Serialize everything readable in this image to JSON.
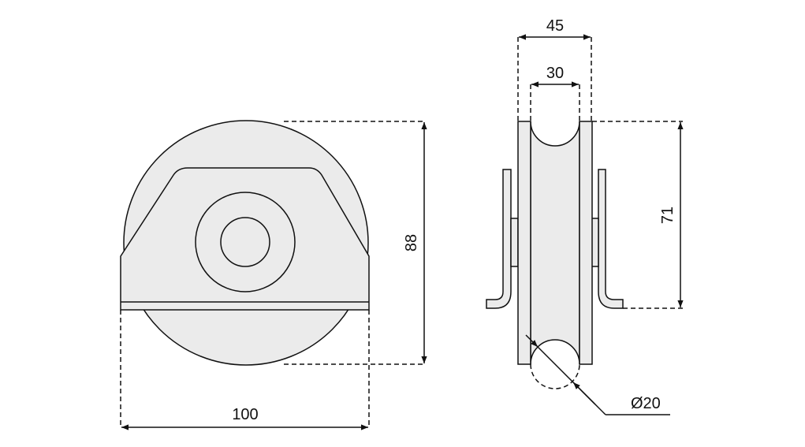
{
  "dimensions": {
    "front_width": "100",
    "front_height": "88",
    "side_outer_width": "45",
    "side_groove_width": "30",
    "side_mount_height": "71",
    "groove_diameter": "Ø20"
  },
  "colors": {
    "fill": "#ebebeb",
    "stroke": "#111111"
  }
}
